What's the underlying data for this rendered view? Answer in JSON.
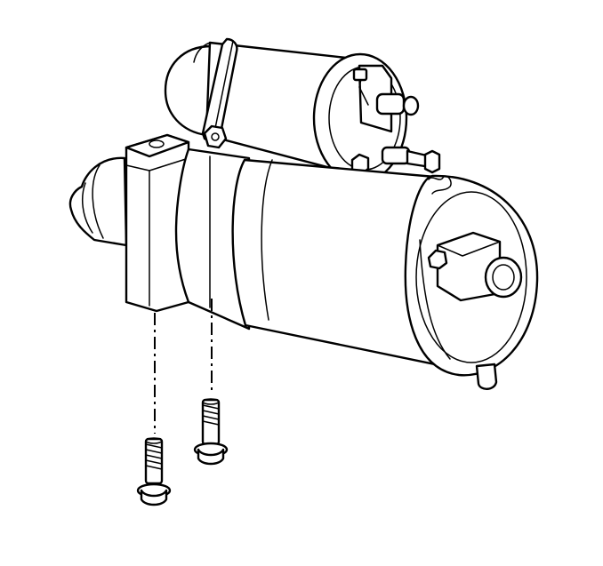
{
  "figure": {
    "kind": "line-art",
    "subject": "starter-motor-removal",
    "stroke_color": "#000000",
    "background_color": "#ffffff",
    "parts": [
      "solenoid",
      "starter-motor-housing",
      "drive-end-housing",
      "mounting-bolts"
    ],
    "bolt_count": 2
  }
}
